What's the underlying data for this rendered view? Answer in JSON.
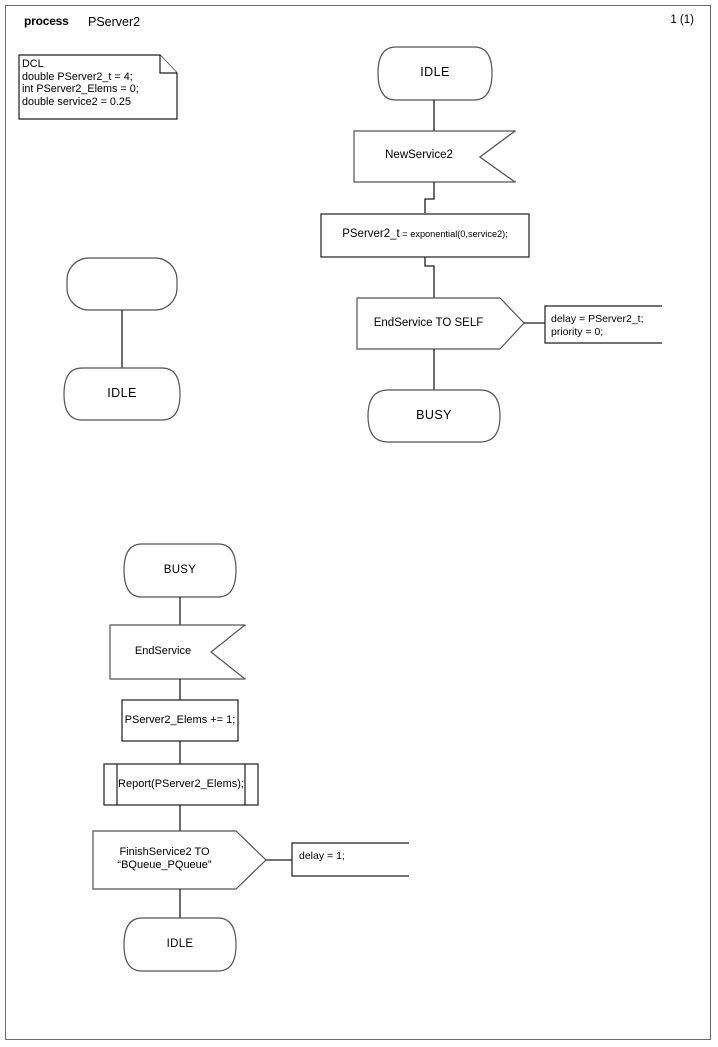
{
  "header": {
    "keyword": "process",
    "process_name": "PServer2",
    "page_number": "1 (1)"
  },
  "declaration_note": {
    "name": "dcl-note",
    "lines": "DCL\ndouble PServer2_t = 4;\nint PServer2_Elems = 0;\ndouble service2 = 0.25"
  },
  "branches": {
    "start_branch": {
      "start_symbol_label": "",
      "next_state_label": "IDLE"
    },
    "idle_branch": {
      "state_label": "IDLE",
      "input_label": "NewService2",
      "task_prefix": "PServer2_t",
      "task_operator": " = ",
      "task_expr": "exponential(0,service2);",
      "output_label": "EndService TO SELF",
      "output_comment": "delay = PServer2_t;\npriority = 0;",
      "next_state_label": "BUSY"
    },
    "busy_branch": {
      "state_label": "BUSY",
      "input_label": "EndService",
      "task_label": "PServer2_Elems += 1;",
      "procedure_label": "Report(PServer2_Elems);",
      "output_label": "FinishService2 TO\n“BQueue_PQueue”",
      "output_comment": "delay = 1;",
      "next_state_label": "IDLE"
    }
  },
  "colors": {
    "shape_stroke": "#555555",
    "connector_stroke": "#1d1d1d",
    "page_border": "#6b6b6b",
    "background": "#ffffff",
    "text": "#000000"
  }
}
